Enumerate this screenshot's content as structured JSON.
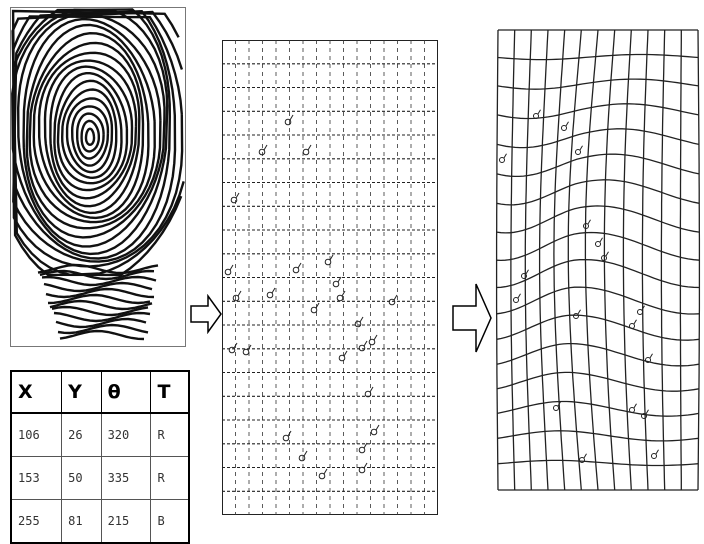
{
  "table": {
    "headers": [
      "X",
      "Y",
      "θ",
      "T"
    ],
    "rows": [
      [
        "106",
        "26",
        "320",
        "R"
      ],
      [
        "153",
        "50",
        "335",
        "R"
      ],
      [
        "255",
        "81",
        "215",
        "B"
      ]
    ]
  },
  "icons": {
    "fingerprint": "fingerprint-image",
    "arrow": "right-arrow-icon",
    "minutia": "minutia-marker-icon"
  },
  "colors": {
    "ink": "#111111",
    "background": "#ffffff",
    "grid_line": "#222222"
  }
}
